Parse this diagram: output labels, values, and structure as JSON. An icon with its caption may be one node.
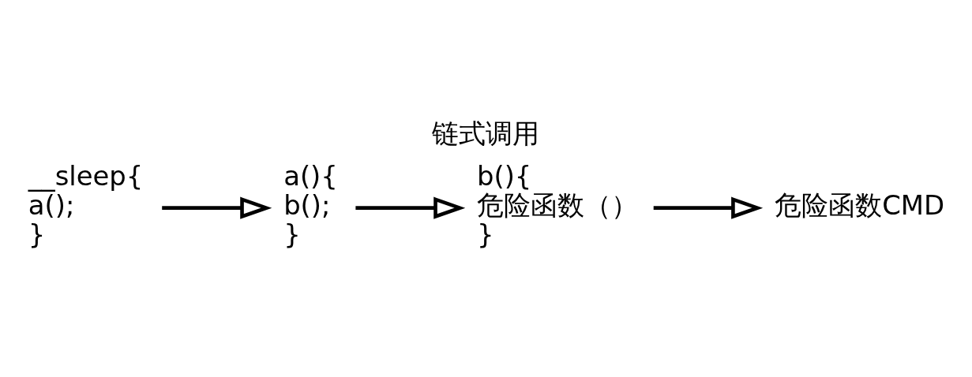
{
  "diagram": {
    "title": "链式调用",
    "nodes": [
      {
        "text": [
          "__sleep{",
          "a();",
          "}"
        ]
      },
      {
        "text": [
          "a(){",
          "b();",
          "}"
        ]
      },
      {
        "text": [
          "b(){",
          "危险函数（）",
          "}"
        ]
      },
      {
        "text": [
          "危险函数CMD"
        ]
      }
    ],
    "edges": [
      {
        "from": 0,
        "to": 1,
        "arrow": "to"
      },
      {
        "from": 1,
        "to": 2,
        "arrow": "to"
      },
      {
        "from": 2,
        "to": 3,
        "arrow": "to"
      }
    ]
  }
}
